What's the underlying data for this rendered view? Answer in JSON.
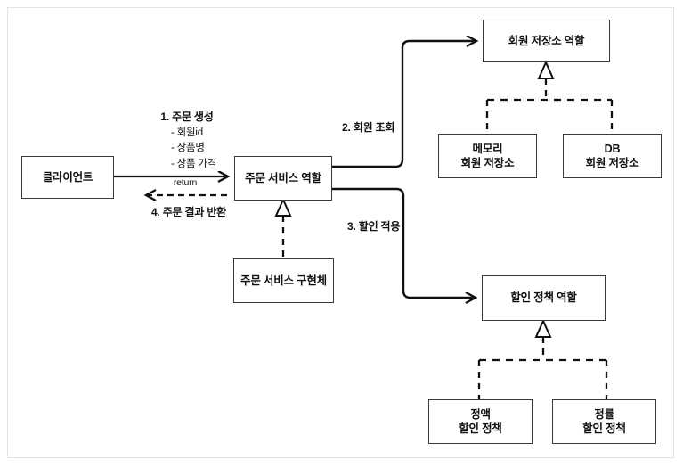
{
  "diagram": {
    "title": "Order service role-based UML collaboration diagram",
    "stroke_color": "#3a3a3a",
    "text_color": "#111111",
    "frame_color": "#e3e3e3",
    "background": "#ffffff"
  },
  "nodes": {
    "client": {
      "label": "클라이언트"
    },
    "order_service_role": {
      "label": "주문 서비스 역할"
    },
    "order_service_impl": {
      "label": "주문 서비스 구현체"
    },
    "member_repository_role": {
      "label": "회원 저장소 역할"
    },
    "memory_member_repository": {
      "label": "메모리\n회원 저장소"
    },
    "db_member_repository": {
      "label": "DB\n회원 저장소"
    },
    "discount_policy_role": {
      "label": "할인 정책 역할"
    },
    "fix_discount_policy": {
      "label": "정액\n할인 정책"
    },
    "rate_discount_policy": {
      "label": "정률\n할인 정책"
    }
  },
  "labels": {
    "step1_title": "1. 주문 생성",
    "step1_params": "- 회원id\n- 상품명\n- 상품 가격",
    "return_tag": "return",
    "step4": "4. 주문 결과 반환",
    "step2": "2. 회원 조회",
    "step3": "3. 할인 적용"
  }
}
